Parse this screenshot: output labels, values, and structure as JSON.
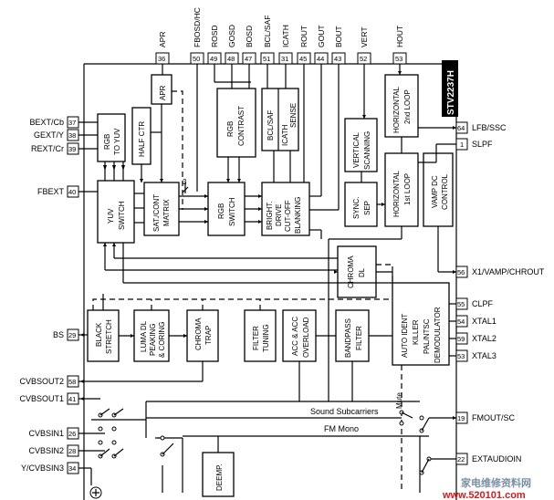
{
  "chip": {
    "name": "STV2237H"
  },
  "top_pins": [
    {
      "label": "APR",
      "num": "36"
    },
    {
      "label": "FBOSD/HC",
      "num": "50"
    },
    {
      "label": "ROSD",
      "num": "49"
    },
    {
      "label": "GOSD",
      "num": "48"
    },
    {
      "label": "BOSD",
      "num": "47"
    },
    {
      "label": "BCL/SAF",
      "num": "51"
    },
    {
      "label": "ICATH",
      "num": "31"
    },
    {
      "label": "ROUT",
      "num": "45"
    },
    {
      "label": "GOUT",
      "num": "44"
    },
    {
      "label": "BOUT",
      "num": "43"
    },
    {
      "label": "VERT",
      "num": "52"
    },
    {
      "label": "HOUT",
      "num": "53"
    }
  ],
  "left_pins": [
    {
      "label": "BEXT/Cb",
      "num": "37"
    },
    {
      "label": "GEXT/Y",
      "num": "38"
    },
    {
      "label": "REXT/Cr",
      "num": "39"
    },
    {
      "label": "FBEXT",
      "num": "40"
    },
    {
      "label": "BS",
      "num": "29"
    },
    {
      "label": "CVBSOUT2",
      "num": "58"
    },
    {
      "label": "CVBSOUT1",
      "num": "41"
    },
    {
      "label": "CVBSIN1",
      "num": "26"
    },
    {
      "label": "CVBSIN2",
      "num": "28"
    },
    {
      "label": "Y/CVBSIN3",
      "num": "34"
    }
  ],
  "right_pins": [
    {
      "label": "LFB/SSC",
      "num": "64"
    },
    {
      "label": "SLPF",
      "num": "1"
    },
    {
      "label": "X1/VAMP/CHROUT",
      "num": "56"
    },
    {
      "label": "CLPF",
      "num": "55"
    },
    {
      "label": "XTAL1",
      "num": "54"
    },
    {
      "label": "XTAL2",
      "num": "59"
    },
    {
      "label": "XTAL3",
      "num": "53"
    },
    {
      "label": "FMOUT/SC",
      "num": "19"
    },
    {
      "label": "EXTAUDIOIN",
      "num": "22"
    }
  ],
  "blocks": {
    "apr": "APR",
    "rgb_to_yuv": [
      "RGB",
      "TO YUV"
    ],
    "half_ctr": "HALF CTR",
    "rgb_contrast": [
      "RGB",
      "CONTRAST"
    ],
    "bcl_saf": "BCL/SAF",
    "icath_sense": [
      "ICATH",
      "SENSE"
    ],
    "yuv_switch": [
      "YUV",
      "SWITCH"
    ],
    "sat_matrix": [
      "SAT./CONT",
      "MATRIX"
    ],
    "rgb_switch": [
      "RGB",
      "SWITCH"
    ],
    "bright_drive": [
      "BRIGHT.",
      "DRIVE",
      "CUT-OFF",
      "BLANKING"
    ],
    "sync_sep": [
      "SYNC.",
      "SEP"
    ],
    "vertical_scanning": [
      "VERTICAL",
      "SCANNING"
    ],
    "horizontal_1st_loop": [
      "HORIZONTAL",
      "1st LOOP"
    ],
    "horizontal_2nd_loop": [
      "HORIZONTAL",
      "2nd LOOP"
    ],
    "vamp_dc_control": [
      "VAMP DC",
      "CONTROL"
    ],
    "chroma_dl": [
      "CHROMA",
      "DL"
    ],
    "black_stretch": [
      "BLACK",
      "STRETCH"
    ],
    "luma_dl": [
      "LUMA DL",
      "PEAKING",
      "& CORING"
    ],
    "chroma_trap": [
      "CHROMA",
      "TRAP"
    ],
    "filter_tuning": [
      "FILTER",
      "TUNING"
    ],
    "acc_overload": [
      "ACC & ACC",
      "OVERLOAD"
    ],
    "bandpass_filter": [
      "BANDPASS",
      "FILTER"
    ],
    "demodulator": [
      "AUTO IDENT",
      "KILLER",
      "PAL/NTSC",
      "DEMODULATOR"
    ],
    "deemp": "DEEMP."
  },
  "signals": {
    "sound_subcarriers": "Sound Subcarriers",
    "fm_mono": "FM Mono",
    "mute": "Mute",
    "bus_width": "3"
  },
  "watermark": {
    "chinese": "家电维修资料网",
    "url": "www.520101.com"
  }
}
